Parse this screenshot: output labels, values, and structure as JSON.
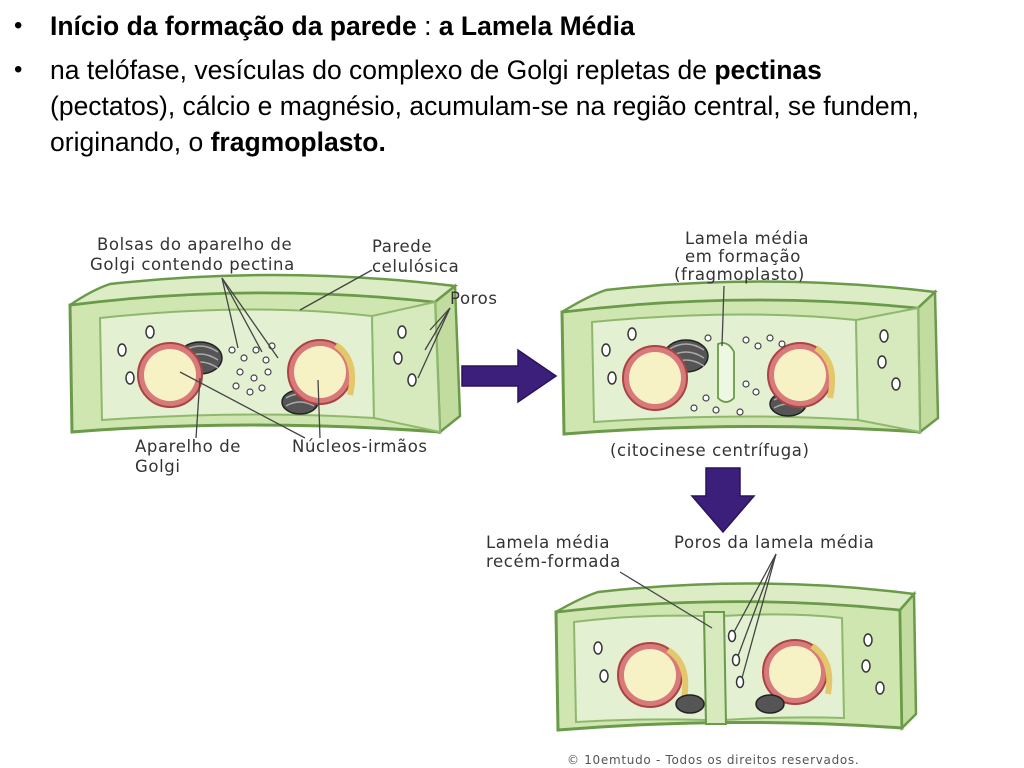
{
  "slide": {
    "bullet1": {
      "bold_1": "Início da formação da parede",
      "sep": " : ",
      "bold_2": "a Lamela Média"
    },
    "bullet2": {
      "text_1": " na telófase, vesículas do complexo de Golgi repletas de ",
      "bold_1": "pectinas",
      "text_2": " (pectatos), cálcio e magnésio, acumulam-se na região central, se fundem, originando, o ",
      "bold_2": "fragmoplasto."
    }
  },
  "diagram": {
    "cell1": {
      "label_golgi_vesicles_1": "Bolsas do aparelho de",
      "label_golgi_vesicles_2": "Golgi contendo pectina",
      "label_wall_1": "Parede",
      "label_wall_2": "celulósica",
      "label_pores": "Poros",
      "label_golgi_1": "Aparelho de",
      "label_golgi_2": "Golgi",
      "label_nuclei": "Núcleos-irmãos"
    },
    "cell2": {
      "label_lamella_1": "Lamela média",
      "label_lamella_2": "em formação",
      "label_lamella_3": "(fragmoplasto)",
      "label_caption": "(citocinese centrífuga)"
    },
    "cell3": {
      "label_new_lamella_1": "Lamela média",
      "label_new_lamella_2": "recém-formada",
      "label_lamella_pores": "Poros da lamela média"
    },
    "copyright": "© 10emtudo - Todos os direitos reservados.",
    "colors": {
      "cell_fill": "#cfe6b1",
      "cell_inner": "#e3f1d2",
      "wall_stroke": "#6b9a4a",
      "nucleus_ring": "#d97a7a",
      "nucleus_fill": "#f7f2c6",
      "arrow": "#3c1f7a"
    }
  }
}
